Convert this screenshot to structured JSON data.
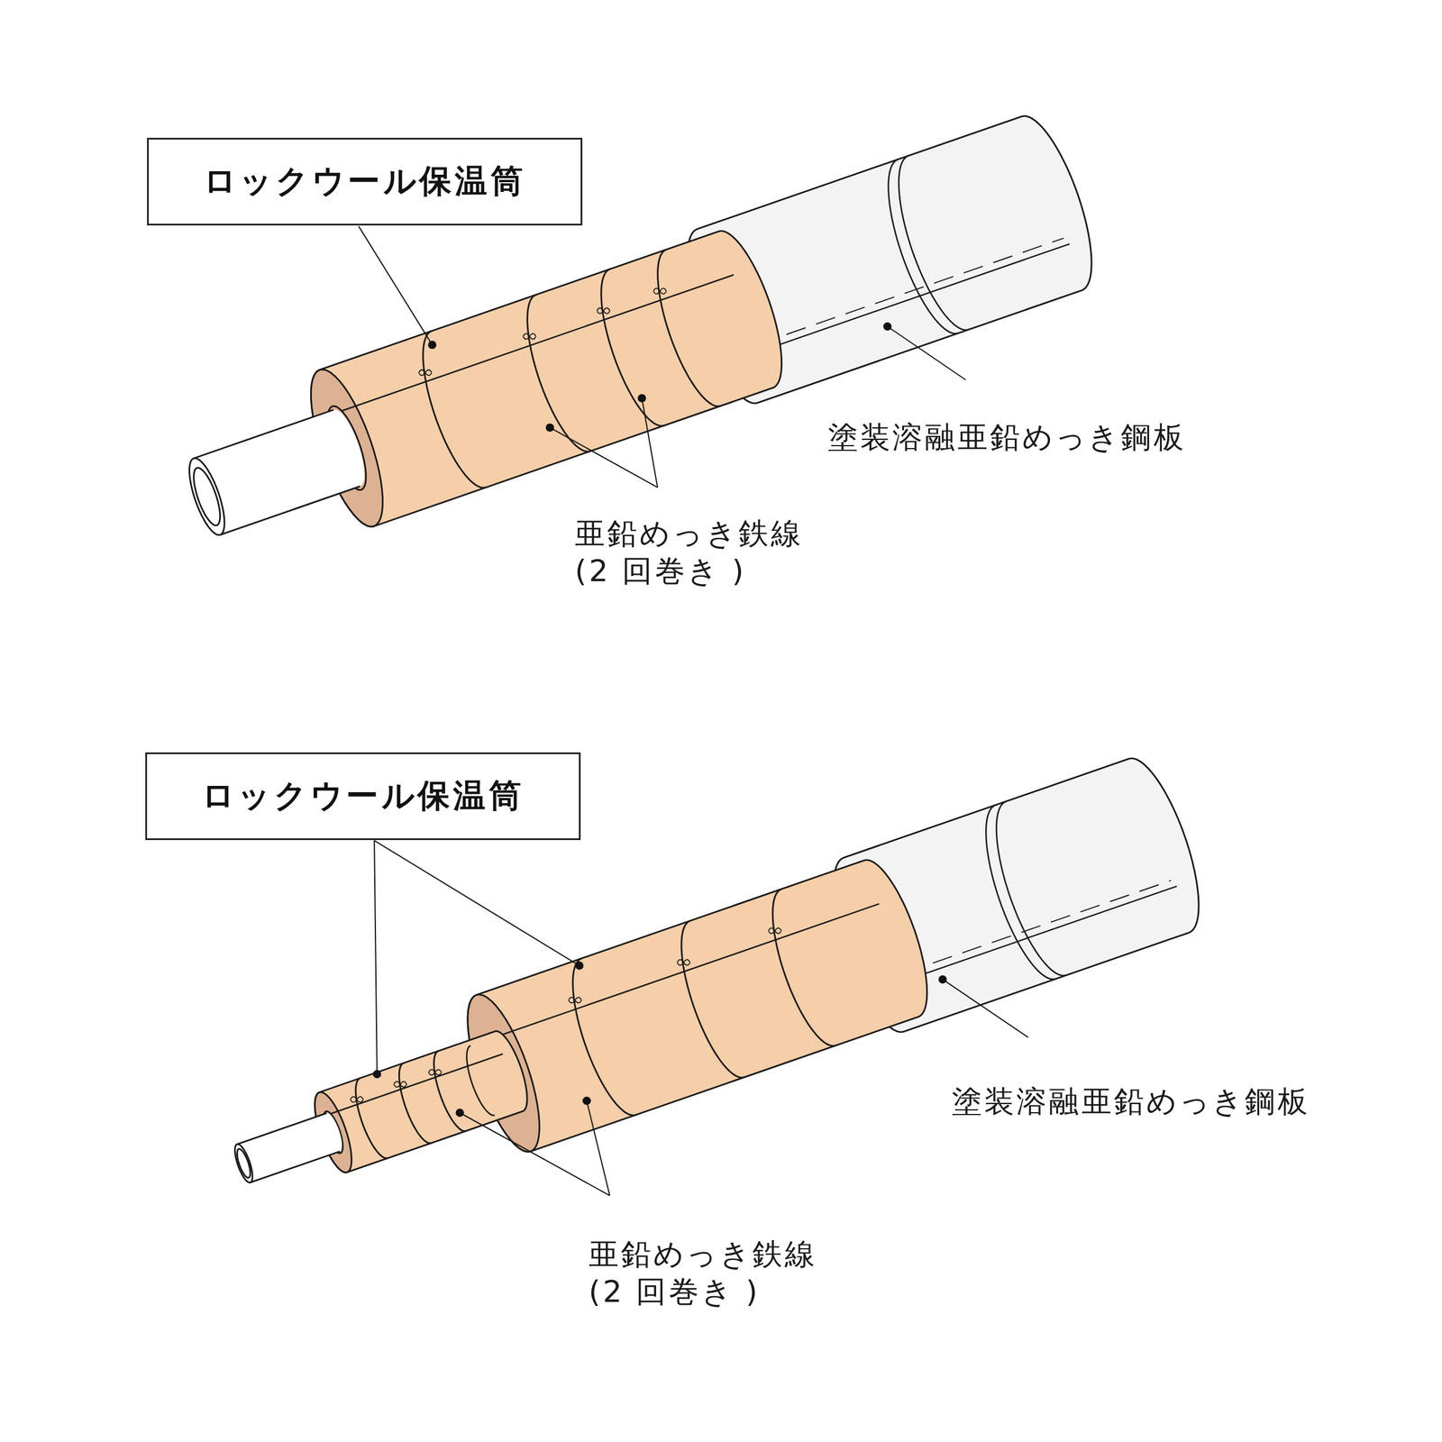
{
  "diagram": {
    "nodes": [
      {
        "text": [
          "ロックウール保温筒"
        ]
      },
      {
        "text": [
          "ロックウール保温筒"
        ]
      }
    ],
    "labels": [
      "塗装溶融亜鉛めっき鋼板",
      "亜鉛めっき鉄線 (2 回巻き )",
      "塗装溶融亜鉛めっき鋼板",
      "亜鉛めっき鉄線 (2 回巻き )"
    ]
  }
}
